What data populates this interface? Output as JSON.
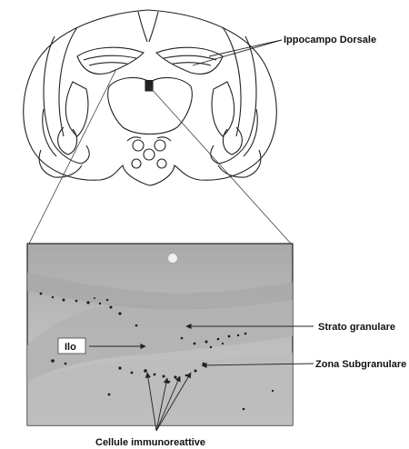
{
  "labels": {
    "dorsal_hippocampus": "Ippocampo Dorsale",
    "granular_layer": "Strato granulare",
    "hilus": "Ilo",
    "subgranular_zone": "Zona Subgranulare",
    "immunoreactive_cells": "Cellule immunoreattive"
  },
  "colors": {
    "line": "#222222",
    "photo_bg": "#b9b9b9",
    "cell": "#1a1a1a"
  }
}
